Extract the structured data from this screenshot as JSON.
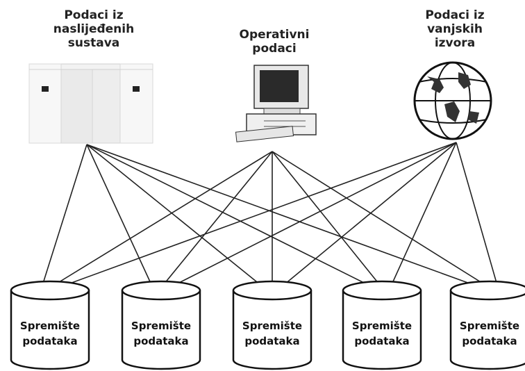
{
  "sources": [
    {
      "id": "legacy",
      "lines": [
        "Podaci iz",
        "naslijeđenih",
        "sustava"
      ]
    },
    {
      "id": "operational",
      "lines": [
        "Operativni",
        "podaci"
      ]
    },
    {
      "id": "external",
      "lines": [
        "Podaci iz",
        "vanjskih",
        "izvora"
      ]
    }
  ],
  "stores": [
    {
      "lines": [
        "Spremište",
        "podataka"
      ]
    },
    {
      "lines": [
        "Spremište",
        "podataka"
      ]
    },
    {
      "lines": [
        "Spremište",
        "podataka"
      ]
    },
    {
      "lines": [
        "Spremište",
        "podataka"
      ]
    },
    {
      "lines": [
        "Spremište",
        "podataka"
      ]
    }
  ],
  "colors": {
    "line": "#222222",
    "outline": "#111111"
  }
}
